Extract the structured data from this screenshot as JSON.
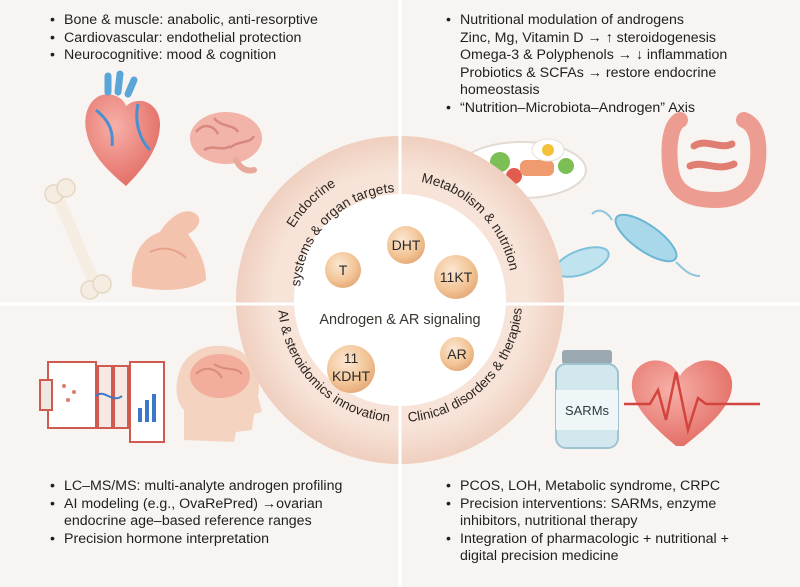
{
  "quadrants": {
    "top_left": {
      "items": [
        "Bone & muscle: anabolic, anti-resorptive",
        "Cardiovascular: endothelial protection",
        "Neurocognitive: mood & cognition"
      ]
    },
    "top_right": {
      "title": "Nutritional modulation of androgens",
      "sub1": "Zinc, Mg, Vitamin D → ↑ steroidogenesis",
      "sub2": "Omega-3 & Polyphenols → ↓ inflammation",
      "sub3a": "Probiotics & SCFAs → restore endocrine",
      "sub3b": "homeostasis",
      "item2": "“Nutrition–Microbiota–Androgen” Axis"
    },
    "bottom_left": {
      "item1": "LC–MS/MS: multi-analyte androgen profiling",
      "item2a": "AI modeling (e.g., OvaRePred) →ovarian",
      "item2b": "endocrine age–based reference ranges",
      "item3": "Precision hormone interpretation"
    },
    "bottom_right": {
      "item1": "PCOS, LOH, Metabolic syndrome, CRPC",
      "item2a": "Precision interventions: SARMs, enzyme",
      "item2b": "inhibitors, nutritional therapy",
      "item3a": "Integration of pharmacologic + nutritional +",
      "item3b": "digital precision medicine"
    }
  },
  "ring_labels": {
    "top_left_line1": "Endocrine",
    "top_left_line2": "systems & organ targets",
    "top_right": "Metabolism & nutrition",
    "bottom_left": "AI & steroidomics innovation",
    "bottom_right": "Clinical disorders & therapies"
  },
  "center": {
    "title": "Androgen & AR signaling",
    "hormones": [
      "T",
      "DHT",
      "11KT",
      "11 KDHT",
      "AR"
    ]
  },
  "icons": {
    "sarms_label": "SARMs",
    "names": [
      "heart-icon",
      "brain-icon",
      "bone-icon",
      "muscle-arm-icon",
      "salad-bowl-icon",
      "intestine-icon",
      "bacteria-icon",
      "lcms-instrument-icon",
      "head-brain-icon",
      "sarms-bottle-icon",
      "heart-ecg-icon"
    ]
  },
  "colors": {
    "background": "#f8f4f1",
    "ring": "#f2d6c8",
    "ring_text": "#2c2520",
    "orb": "#f3c9a0",
    "divider": "#ffffff"
  }
}
